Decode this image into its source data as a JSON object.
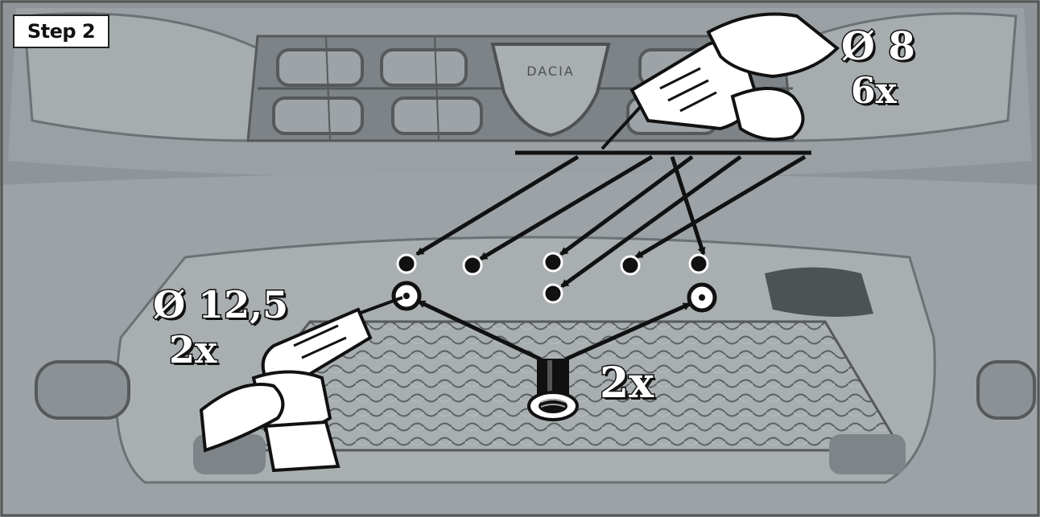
{
  "step_label": "Step 2",
  "drill_small": {
    "diameter": "Ø 8",
    "quantity": "6x"
  },
  "drill_large": {
    "diameter": "Ø 12,5",
    "quantity": "2x"
  },
  "fastener_quantity": "2x",
  "colors": {
    "background": "#8e9497",
    "outline": "#111111",
    "text_fill": "#ffffff"
  },
  "icons": [
    "drill-icon",
    "drill-icon",
    "rivet-nut-icon",
    "dacia-logo"
  ]
}
